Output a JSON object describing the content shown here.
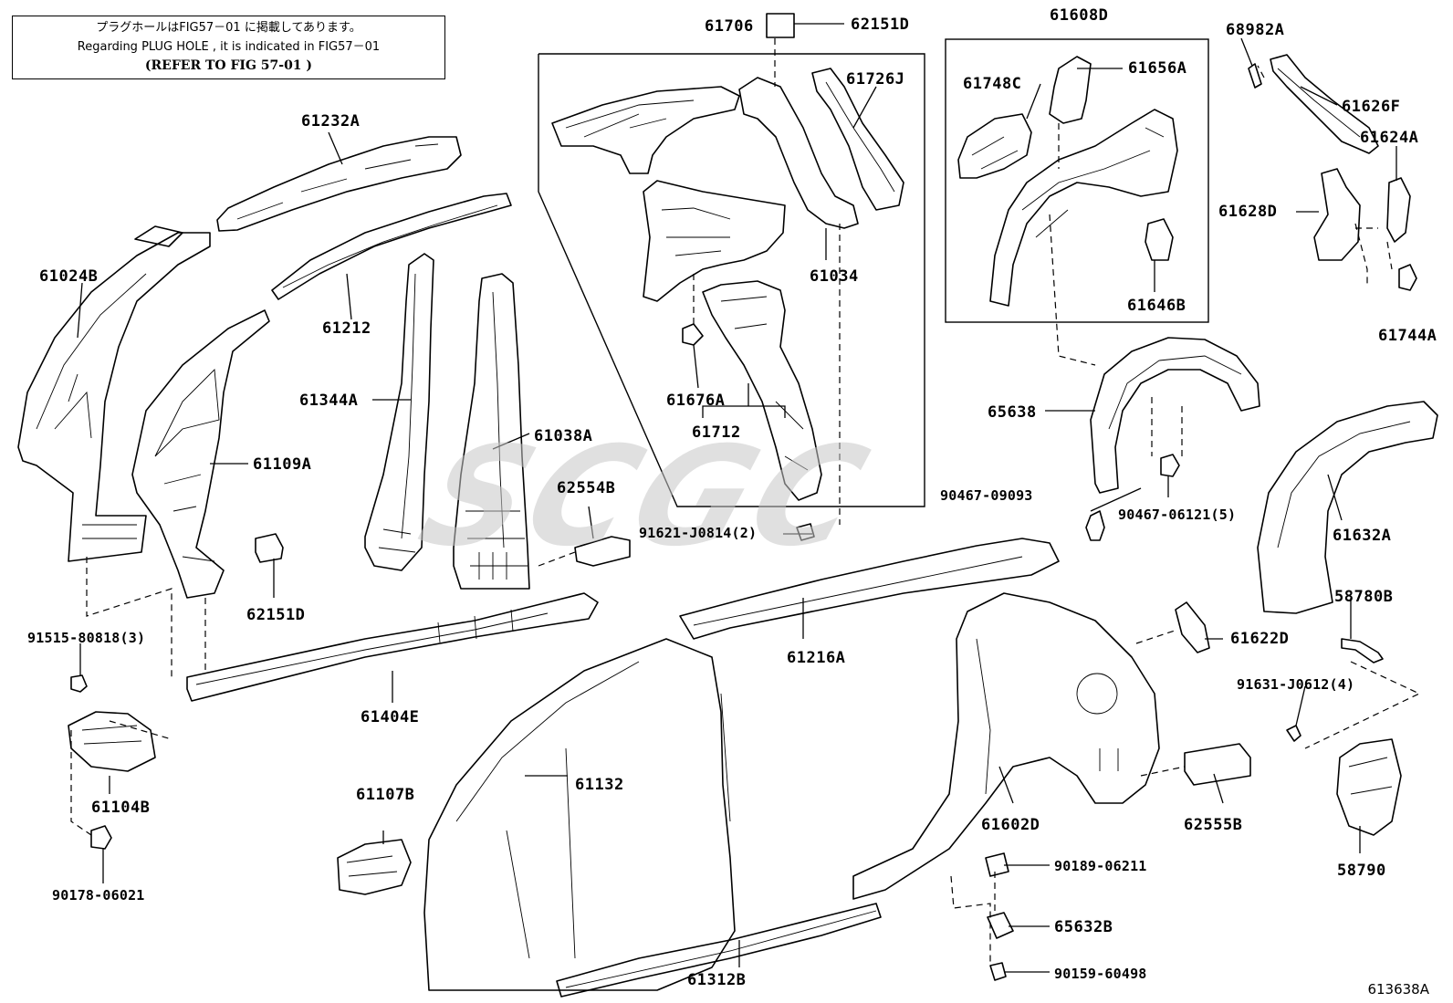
{
  "note": {
    "line1": "プラグホールはFIG57－01 に掲載してあります。",
    "line2": "Regarding PLUG HOLE , it is indicated in FIG57－01",
    "line3": "(REFER TO FIG 57-01 )"
  },
  "watermark": "SCGC",
  "figure_id": "613638A",
  "labels": {
    "p61706": "61706",
    "p62151D_top": "62151D",
    "p61608D": "61608D",
    "p68982A": "68982A",
    "p61656A": "61656A",
    "p61748C": "61748C",
    "p61726J": "61726J",
    "p61626F": "61626F",
    "p61232A": "61232A",
    "p61624A": "61624A",
    "p61024B": "61024B",
    "p61628D": "61628D",
    "p61034": "61034",
    "p61646B": "61646B",
    "p61212": "61212",
    "p61744A": "61744A",
    "p61344A": "61344A",
    "p61676A": "61676A",
    "p61712": "61712",
    "p65638": "65638",
    "p61038A": "61038A",
    "p61109A": "61109A",
    "p62554B": "62554B",
    "p90467_09093": "90467-09093",
    "p91621": "91621-J0814(2)",
    "p90467_06121": "90467-06121(5)",
    "p61632A": "61632A",
    "p62151D_bot": "62151D",
    "p58780B": "58780B",
    "p91515": "91515-80818(3)",
    "p61622D": "61622D",
    "p61216A": "61216A",
    "p91631": "91631-J0612(4)",
    "p61404E": "61404E",
    "p61132": "61132",
    "p61104B": "61104B",
    "p61107B": "61107B",
    "p61602D": "61602D",
    "p62555B": "62555B",
    "p58790": "58790",
    "p90178": "90178-06021",
    "p90189": "90189-06211",
    "p65632B": "65632B",
    "p61312B": "61312B",
    "p90159": "90159-60498"
  }
}
